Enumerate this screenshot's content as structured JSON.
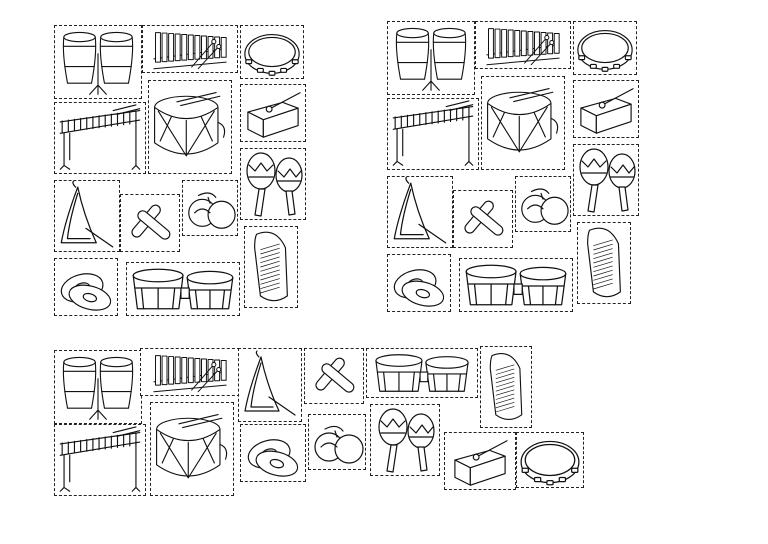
{
  "page": {
    "background": "#ffffff",
    "border_color": "#222222"
  },
  "groups": [
    {
      "name": "group-1",
      "items": [
        "conga-drums",
        "xylophone",
        "tambourine",
        "marimba",
        "snare-drum",
        "wood-block",
        "maracas",
        "triangle",
        "claves",
        "castanets",
        "guiro",
        "cymbals",
        "bongo-drums"
      ]
    },
    {
      "name": "group-2",
      "items": [
        "conga-drums",
        "xylophone",
        "tambourine",
        "marimba",
        "snare-drum",
        "wood-block",
        "maracas",
        "triangle",
        "claves",
        "castanets",
        "guiro",
        "cymbals",
        "bongo-drums"
      ]
    },
    {
      "name": "group-3",
      "items": [
        "conga-drums",
        "xylophone",
        "triangle",
        "claves",
        "bongo-drums",
        "guiro",
        "marimba",
        "snare-drum",
        "cymbals",
        "castanets",
        "maracas",
        "wood-block",
        "tambourine"
      ]
    }
  ]
}
